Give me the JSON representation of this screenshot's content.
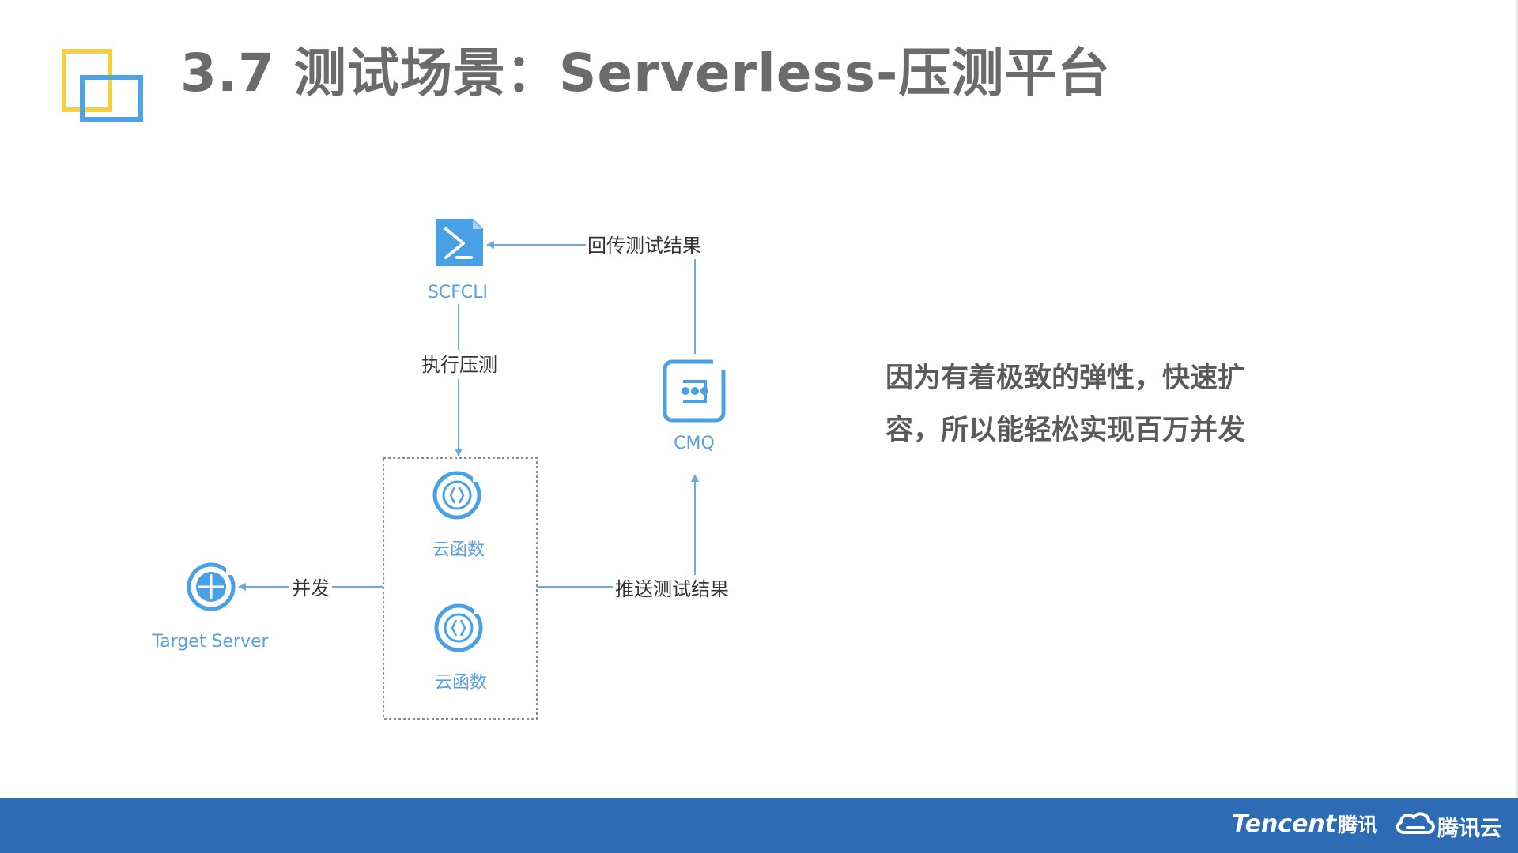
{
  "title": "3.7 测试场景：Serverless-压测平台",
  "description": "因为有着极致的弹性，快速扩容，所以能轻松实现百万并发",
  "nodes": {
    "scfcli": "SCFCLI",
    "cmq": "CMQ",
    "function_top": "云函数",
    "function_bottom": "云函数",
    "target_server": "Target Server"
  },
  "edges": {
    "return_results": "回传测试结果",
    "execute_test": "执行压测",
    "concurrency": "并发",
    "push_results": "推送测试结果"
  },
  "footer": {
    "brand": "Tencent",
    "brand_cn": "腾讯",
    "cloud_name": "腾讯云"
  },
  "colors": {
    "accent_blue": "#4ba3e8",
    "accent_yellow": "#f2cf44",
    "footer_blue": "#2e6bb5",
    "icon_blue": "#4aa0e6"
  },
  "icons": [
    "terminal-icon",
    "message-queue-icon",
    "function-icon",
    "globe-server-icon",
    "tencent-cloud-icon"
  ]
}
